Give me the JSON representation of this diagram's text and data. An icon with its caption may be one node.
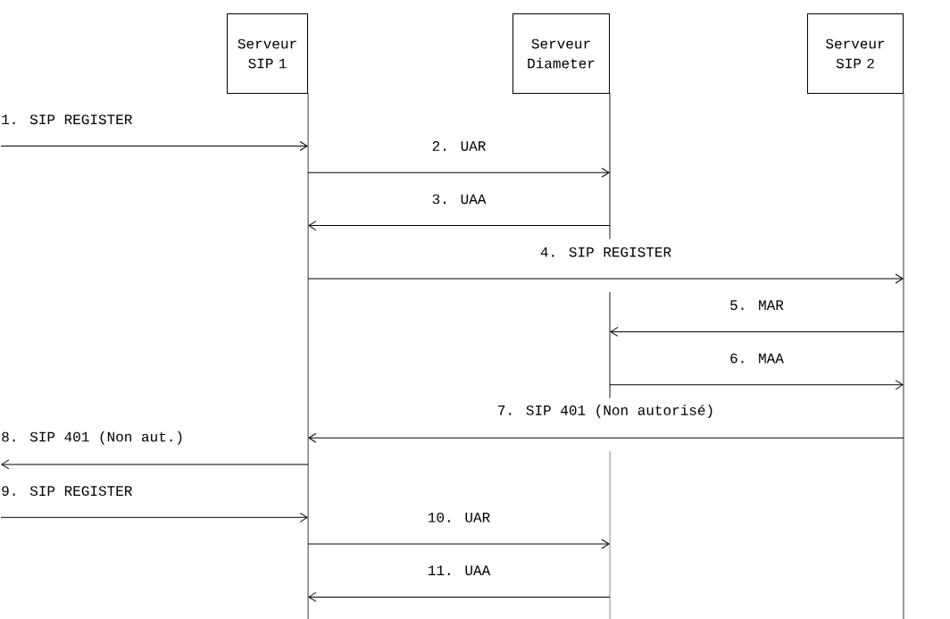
{
  "diagram": {
    "nodes": [
      {
        "text": [
          "Serveur SIP 1"
        ]
      },
      {
        "text": [
          "Serveur Diameter"
        ]
      },
      {
        "text": [
          "Serveur SIP 2"
        ]
      },
      {
        "text": [],
        "shape": "line"
      },
      {
        "text": [],
        "shape": "line"
      },
      {
        "text": [],
        "shape": "line"
      },
      {
        "text": [],
        "shape": "line"
      },
      {
        "text": [],
        "shape": "line"
      }
    ],
    "edges": [
      {
        "from": null,
        "to": 3,
        "arrow": "to",
        "label": "1. SIP REGISTER"
      },
      {
        "from": 3,
        "to": 4,
        "arrow": "to",
        "label": "2. UAR"
      },
      {
        "from": 4,
        "to": 3,
        "arrow": "to",
        "label": "3. UAA"
      },
      {
        "from": 3,
        "to": 7,
        "arrow": "to",
        "label": "4. SIP REGISTER"
      },
      {
        "from": 7,
        "to": 5,
        "arrow": "to",
        "label": "5. MAR"
      },
      {
        "from": 5,
        "to": 7,
        "arrow": "to",
        "label": "6. MAA"
      },
      {
        "from": 7,
        "to": 3,
        "arrow": "to",
        "label": "7. SIP 401 (Non autorisé)"
      },
      {
        "from": 3,
        "to": null,
        "arrow": "to",
        "label": "8. SIP 401 (Non aut.)"
      },
      {
        "from": null,
        "to": 3,
        "arrow": "to",
        "label": "9. SIP REGISTER"
      },
      {
        "from": 3,
        "to": 6,
        "arrow": "to",
        "label": "10. UAR"
      },
      {
        "from": 6,
        "to": 3,
        "arrow": "to",
        "label": "11. UAA"
      }
    ]
  }
}
